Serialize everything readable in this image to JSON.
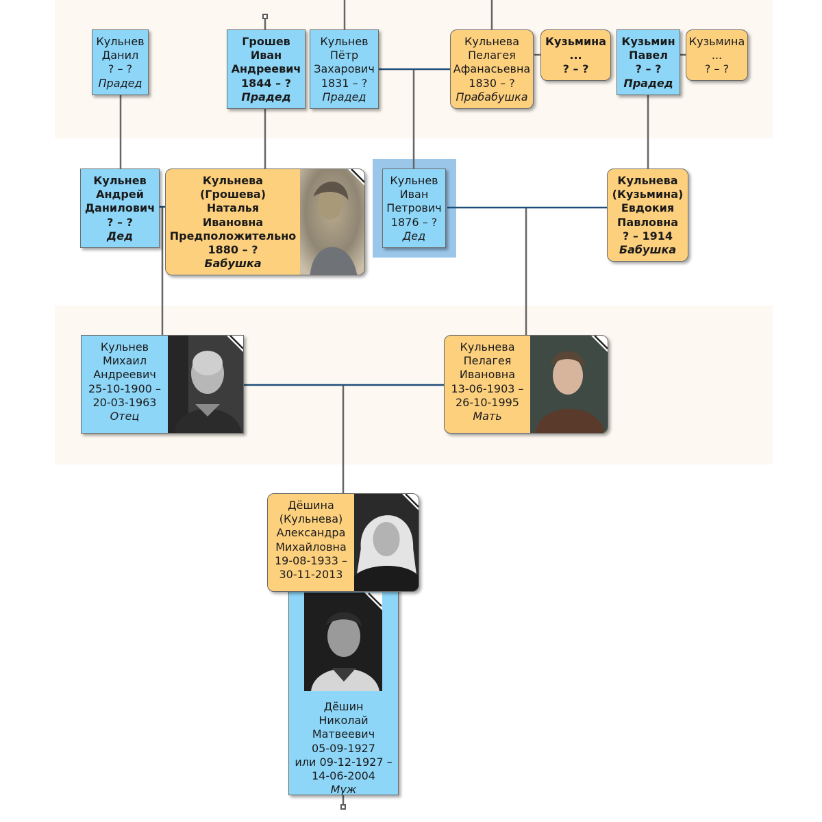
{
  "people": {
    "danil": {
      "lines": [
        "Кульнев",
        "Данил",
        "? – ?"
      ],
      "rel": "Прадед"
    },
    "ivan_g": {
      "lines": [
        "Грошев",
        "Иван",
        "Андреевич",
        "1844 – ?"
      ],
      "rel": "Прадед"
    },
    "petr": {
      "lines": [
        "Кульнев",
        "Пётр",
        "Захарович",
        "1831 – ?"
      ],
      "rel": "Прадед"
    },
    "pelageya_a": {
      "lines": [
        "Кульнева",
        "Пелагея",
        "Афанасьевна",
        "1830 – ?"
      ],
      "rel": "Прабабушка"
    },
    "kuzmina1": {
      "lines": [
        "Кузьмина",
        "...",
        "? – ?"
      ],
      "rel": ""
    },
    "pavel": {
      "lines": [
        "Кузьмин",
        "Павел",
        "? – ?"
      ],
      "rel": "Прадед"
    },
    "kuzmina2": {
      "lines": [
        "Кузьмина",
        "...",
        "? – ?"
      ],
      "rel": ""
    },
    "andrey": {
      "lines": [
        "Кульнев",
        "Андрей",
        "Данилович",
        "? – ?"
      ],
      "rel": "Дед"
    },
    "natalya": {
      "lines": [
        "Кульнева",
        "(Грошева)",
        "Наталья",
        "Ивановна",
        "Предположительно",
        "1880 – ?"
      ],
      "rel": "Бабушка"
    },
    "ivan_p": {
      "lines": [
        "Кульнев",
        "Иван",
        "Петрович",
        "1876 – ?"
      ],
      "rel": "Дед"
    },
    "evdokiya": {
      "lines": [
        "Кульнева",
        "(Кузьмина)",
        "Евдокия",
        "Павловна",
        "? – 1914"
      ],
      "rel": "Бабушка"
    },
    "mikhail": {
      "lines": [
        "Кульнев",
        "Михаил",
        "Андреевич",
        "25-10-1900 –",
        "20-03-1963"
      ],
      "rel": "Отец"
    },
    "pelageya_i": {
      "lines": [
        "Кульнева",
        "Пелагея",
        "Ивановна",
        "13-06-1903 –",
        "26-10-1995"
      ],
      "rel": "Мать"
    },
    "aleksandra": {
      "lines": [
        "Дёшина",
        "(Кульнева)",
        "Александра",
        "Михайловна",
        "19-08-1933 –",
        "30-11-2013"
      ],
      "rel": ""
    },
    "nikolay": {
      "lines": [
        "Дёшин",
        "Николай",
        "Матвеевич",
        "05-09-1927",
        "или 09-12-1927 –",
        "14-06-2004"
      ],
      "rel": "Муж"
    }
  },
  "colors": {
    "male": "#8ed6f8",
    "female": "#fdd07e",
    "line": "#666666",
    "couple_line": "#1f4e79",
    "band": "#fdf8f1",
    "selected": "#9ac6ea"
  }
}
